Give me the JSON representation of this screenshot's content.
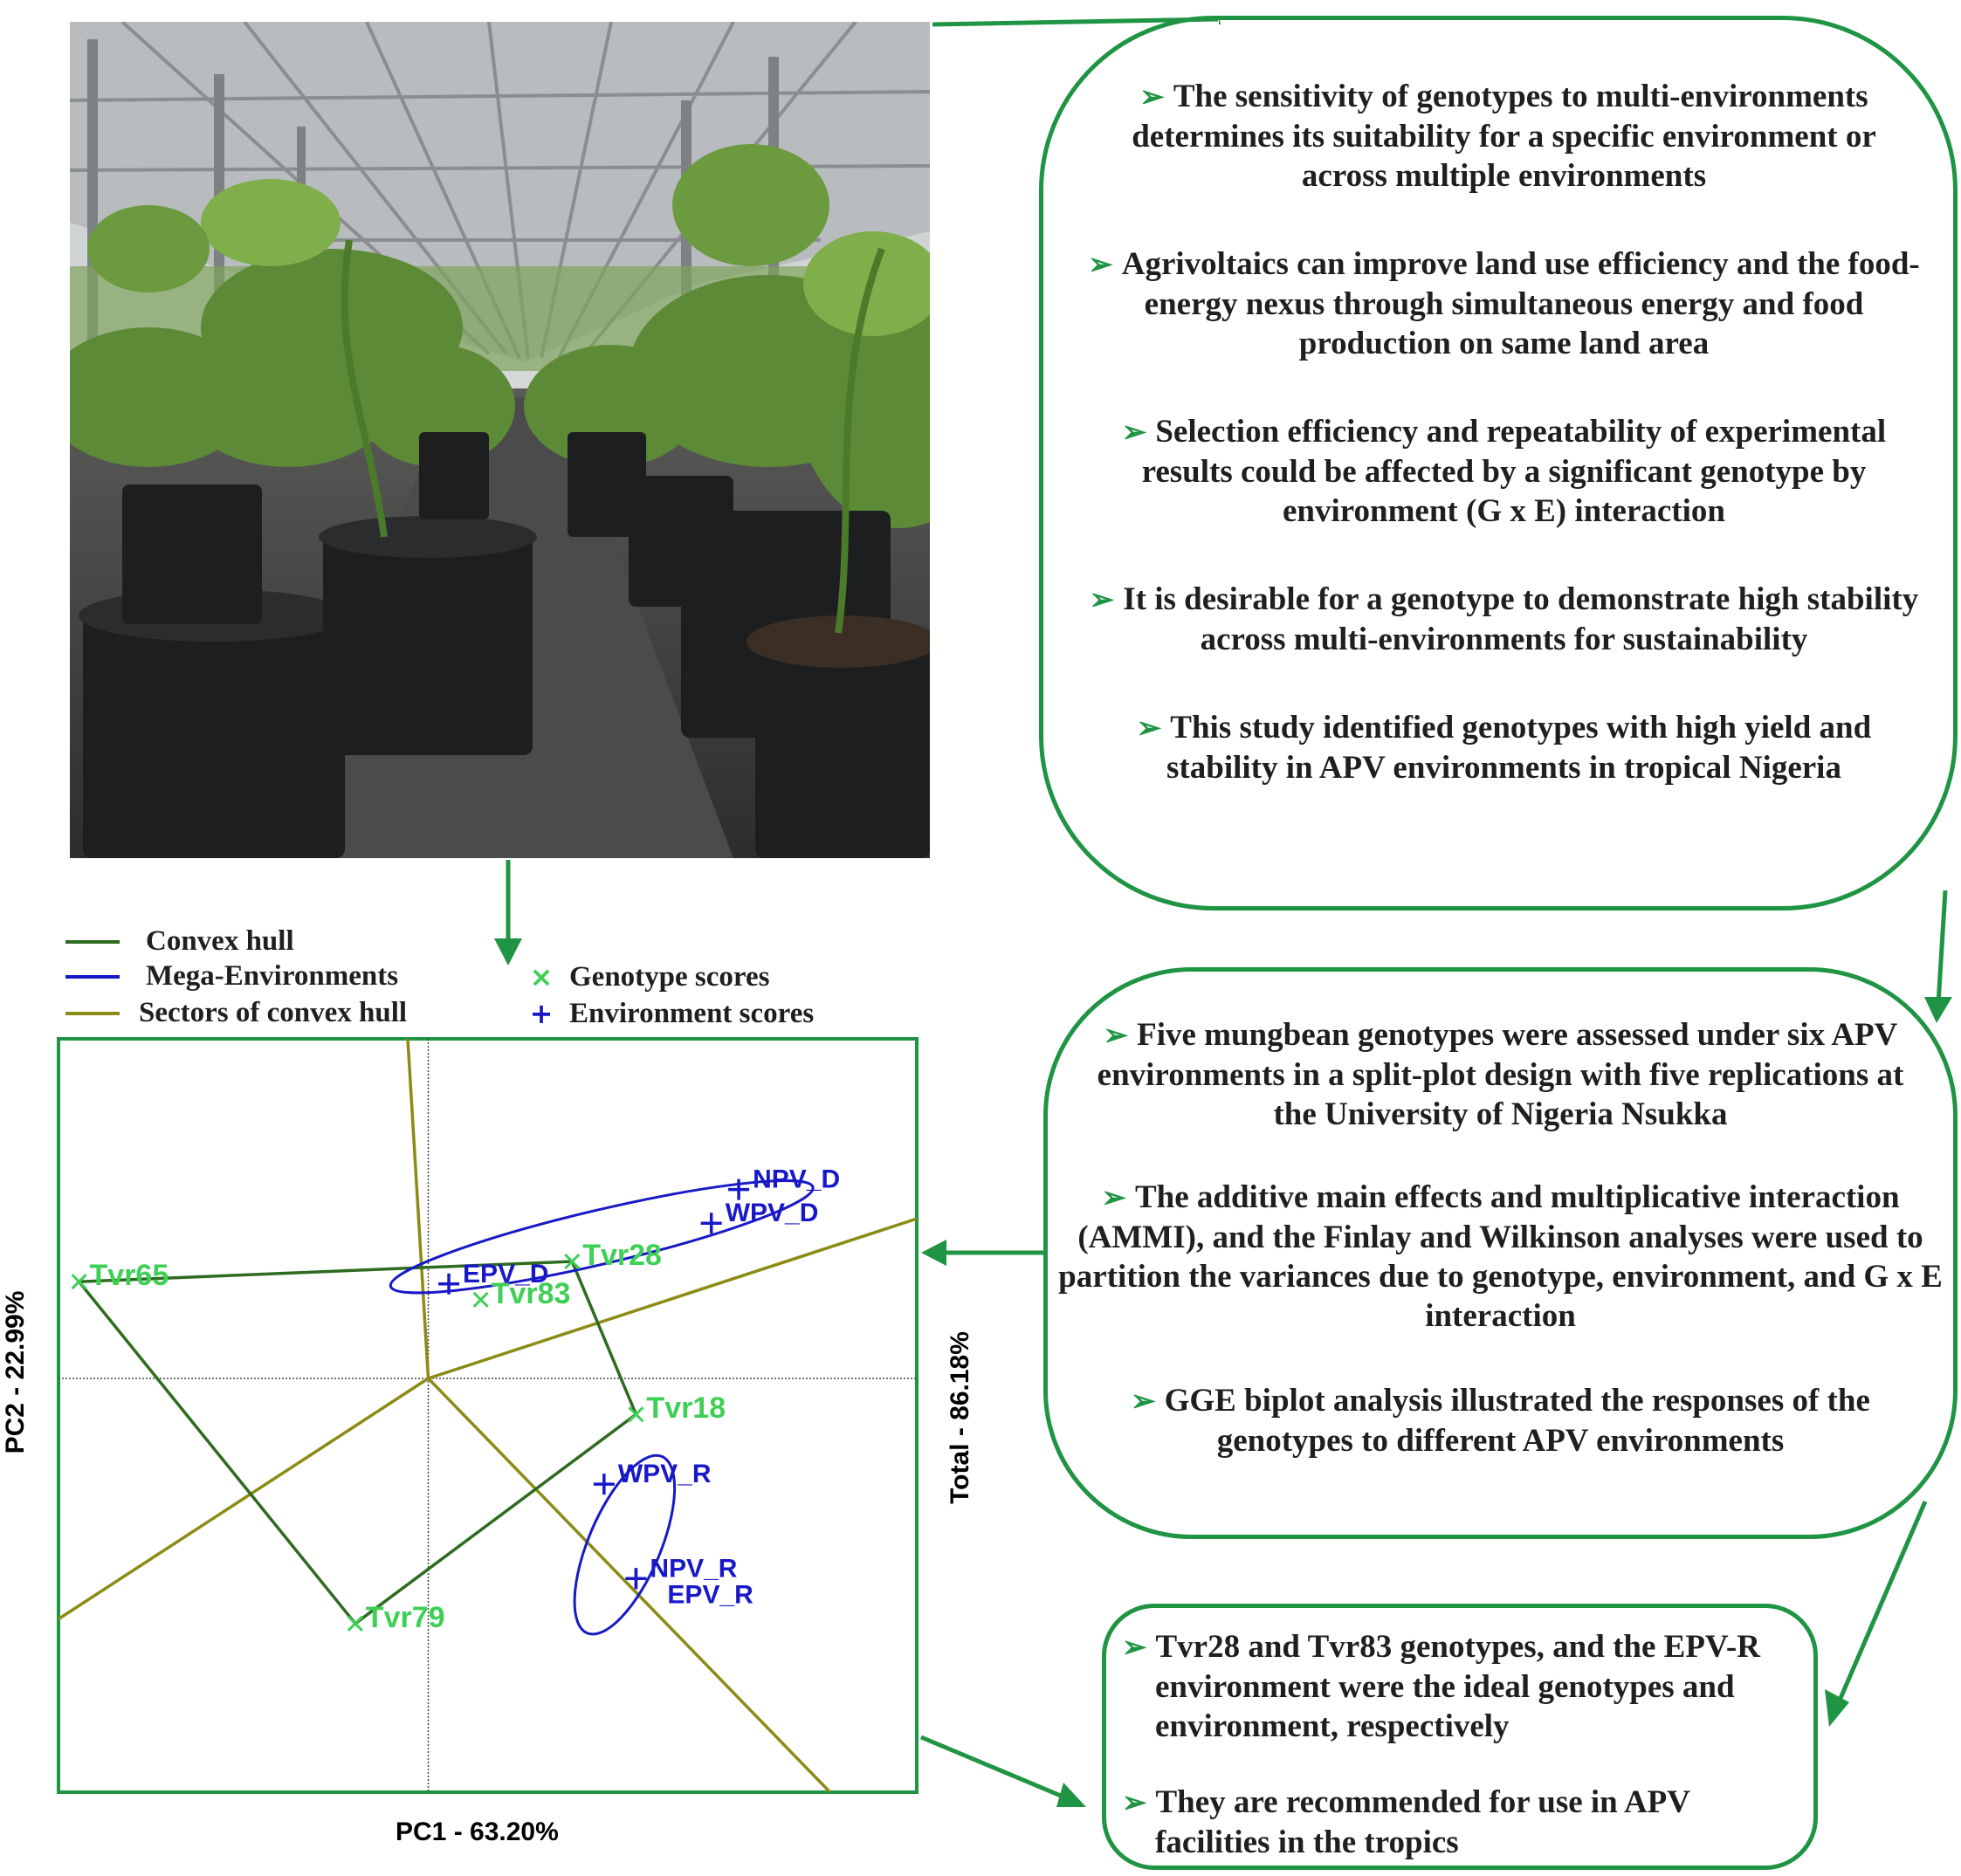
{
  "photo": {
    "alt": "",
    "colors": {
      "sky": "#d9dde0",
      "foliage": "#5c8a36",
      "pot": "#1d1e20",
      "ground": "#3a3a3c"
    }
  },
  "box_top": {
    "bullets": [
      "The sensitivity of genotypes to multi-environments determines its suitability for a specific environment or across multiple environments",
      "Agrivoltaics can improve land use efficiency and the food-energy nexus through simultaneous energy and food production on same land area",
      "Selection efficiency and repeatability of experimental results could be affected by a significant genotype by environment (G x E) interaction",
      "It is desirable for a genotype to demonstrate high stability across multi-environments for sustainability",
      "This study identified genotypes with high yield and stability in APV environments in tropical Nigeria"
    ]
  },
  "box_middle": {
    "bullets": [
      "Five mungbean genotypes were assessed under six APV environments in a split-plot design with five replications at the University of Nigeria Nsukka",
      "The additive main effects and multiplicative interaction (AMMI), and the Finlay and Wilkinson analyses were used to partition the variances due to genotype, environment, and G x E interaction",
      "GGE biplot analysis illustrated the responses of the genotypes to different APV environments"
    ]
  },
  "box_bottom": {
    "bullets": [
      "Tvr28 and Tvr83 genotypes, and the EPV-R environment were the ideal genotypes and environment, respectively",
      "They are recommended for use in APV facilities in the tropics"
    ]
  },
  "legend": {
    "convex_hull": "Convex hull",
    "mega_env": "Mega-Environments",
    "sectors": "Sectors of convex hull",
    "genotype_scores": "Genotype scores",
    "environment_scores": "Environment scores"
  },
  "chart_data": {
    "type": "scatter",
    "xlabel": "PC1 - 63.20%",
    "ylabel": "PC2 - 22.99%",
    "total_label": "Total - 86.18%",
    "xlim": [
      -1.62,
      2.14
    ],
    "ylim": [
      -1.84,
      1.51
    ],
    "genotypes": [
      {
        "name": "Tvr65",
        "x": -1.53,
        "y": 0.43
      },
      {
        "name": "Tvr28",
        "x": 0.63,
        "y": 0.52
      },
      {
        "name": "Tvr83",
        "x": 0.23,
        "y": 0.35
      },
      {
        "name": "Tvr18",
        "x": 0.91,
        "y": -0.16
      },
      {
        "name": "Tvr79",
        "x": -0.32,
        "y": -1.09
      }
    ],
    "environments": [
      {
        "name": "NPV_D",
        "x": 1.36,
        "y": 0.84
      },
      {
        "name": "WPV_D",
        "x": 1.24,
        "y": 0.69
      },
      {
        "name": "EPV_D",
        "x": 0.09,
        "y": 0.42
      },
      {
        "name": "WPV_R",
        "x": 0.77,
        "y": -0.47
      },
      {
        "name": "NPV_R",
        "x": 0.91,
        "y": -0.89
      },
      {
        "name": "EPV_R",
        "x": 0.91,
        "y": -0.89
      }
    ],
    "convex_hull": [
      "Tvr65",
      "Tvr28",
      "Tvr18",
      "Tvr79"
    ],
    "sectors_ends": [
      [
        -0.09,
        1.51
      ],
      [
        2.14,
        0.71
      ],
      [
        1.76,
        -1.84
      ],
      [
        -1.62,
        -1.07
      ]
    ],
    "mega_environments": [
      {
        "cx": 0.76,
        "cy": 0.63,
        "rx": 0.95,
        "ry": 0.12,
        "angle": 13.2
      },
      {
        "cx": 0.86,
        "cy": -0.74,
        "rx": 0.42,
        "ry": 0.16,
        "angle": 67
      }
    ],
    "colors": {
      "genotype": "#3fcf57",
      "environment": "#1818c8",
      "hull": "#2e6b1f",
      "sector": "#8b8b16",
      "frame": "#1f9443",
      "crosshair": "#444444"
    }
  },
  "colors": {
    "accent": "#1f9443",
    "text": "#1f1f1f"
  }
}
